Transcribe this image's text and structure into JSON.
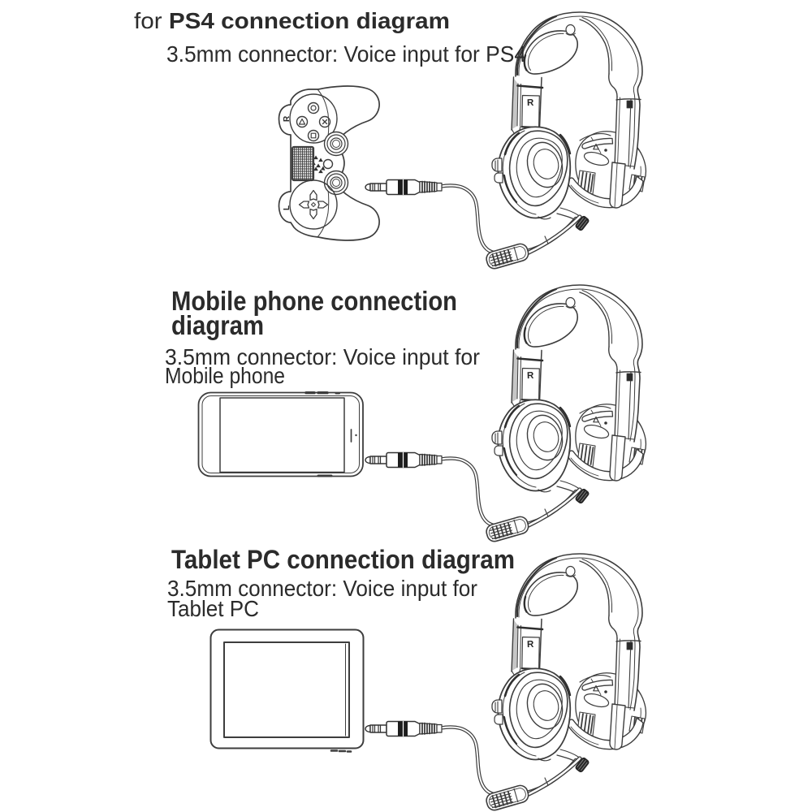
{
  "page": {
    "background": "#ffffff",
    "ink": "#3d3d3d"
  },
  "sections": {
    "ps4": {
      "heading_prefix": "for",
      "heading": "PS4 connection diagram",
      "subtitle": "3.5mm connector: Voice input for PS4"
    },
    "mobile": {
      "heading_line1": "Mobile phone connection",
      "heading_line2": "diagram",
      "subtitle_line1": "3.5mm connector: Voice input for",
      "subtitle_line2": "Mobile phone"
    },
    "tablet": {
      "heading": "Tablet PC connection diagram",
      "subtitle_line1": "3.5mm connector: Voice input for",
      "subtitle_line2": "Tablet PC"
    }
  },
  "labels": {
    "headset_channel": "R",
    "controller_shoulder_right": "R",
    "controller_shoulder_left": "L"
  }
}
